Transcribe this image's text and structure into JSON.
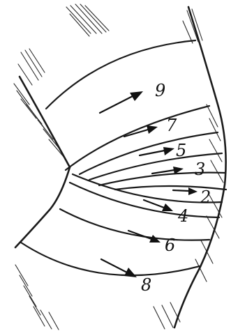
{
  "figure": {
    "turns": [
      {
        "label": "2"
      },
      {
        "label": "3"
      },
      {
        "label": "4"
      },
      {
        "label": "5"
      },
      {
        "label": "6"
      },
      {
        "label": "7"
      },
      {
        "label": "8"
      },
      {
        "label": "9"
      }
    ]
  }
}
